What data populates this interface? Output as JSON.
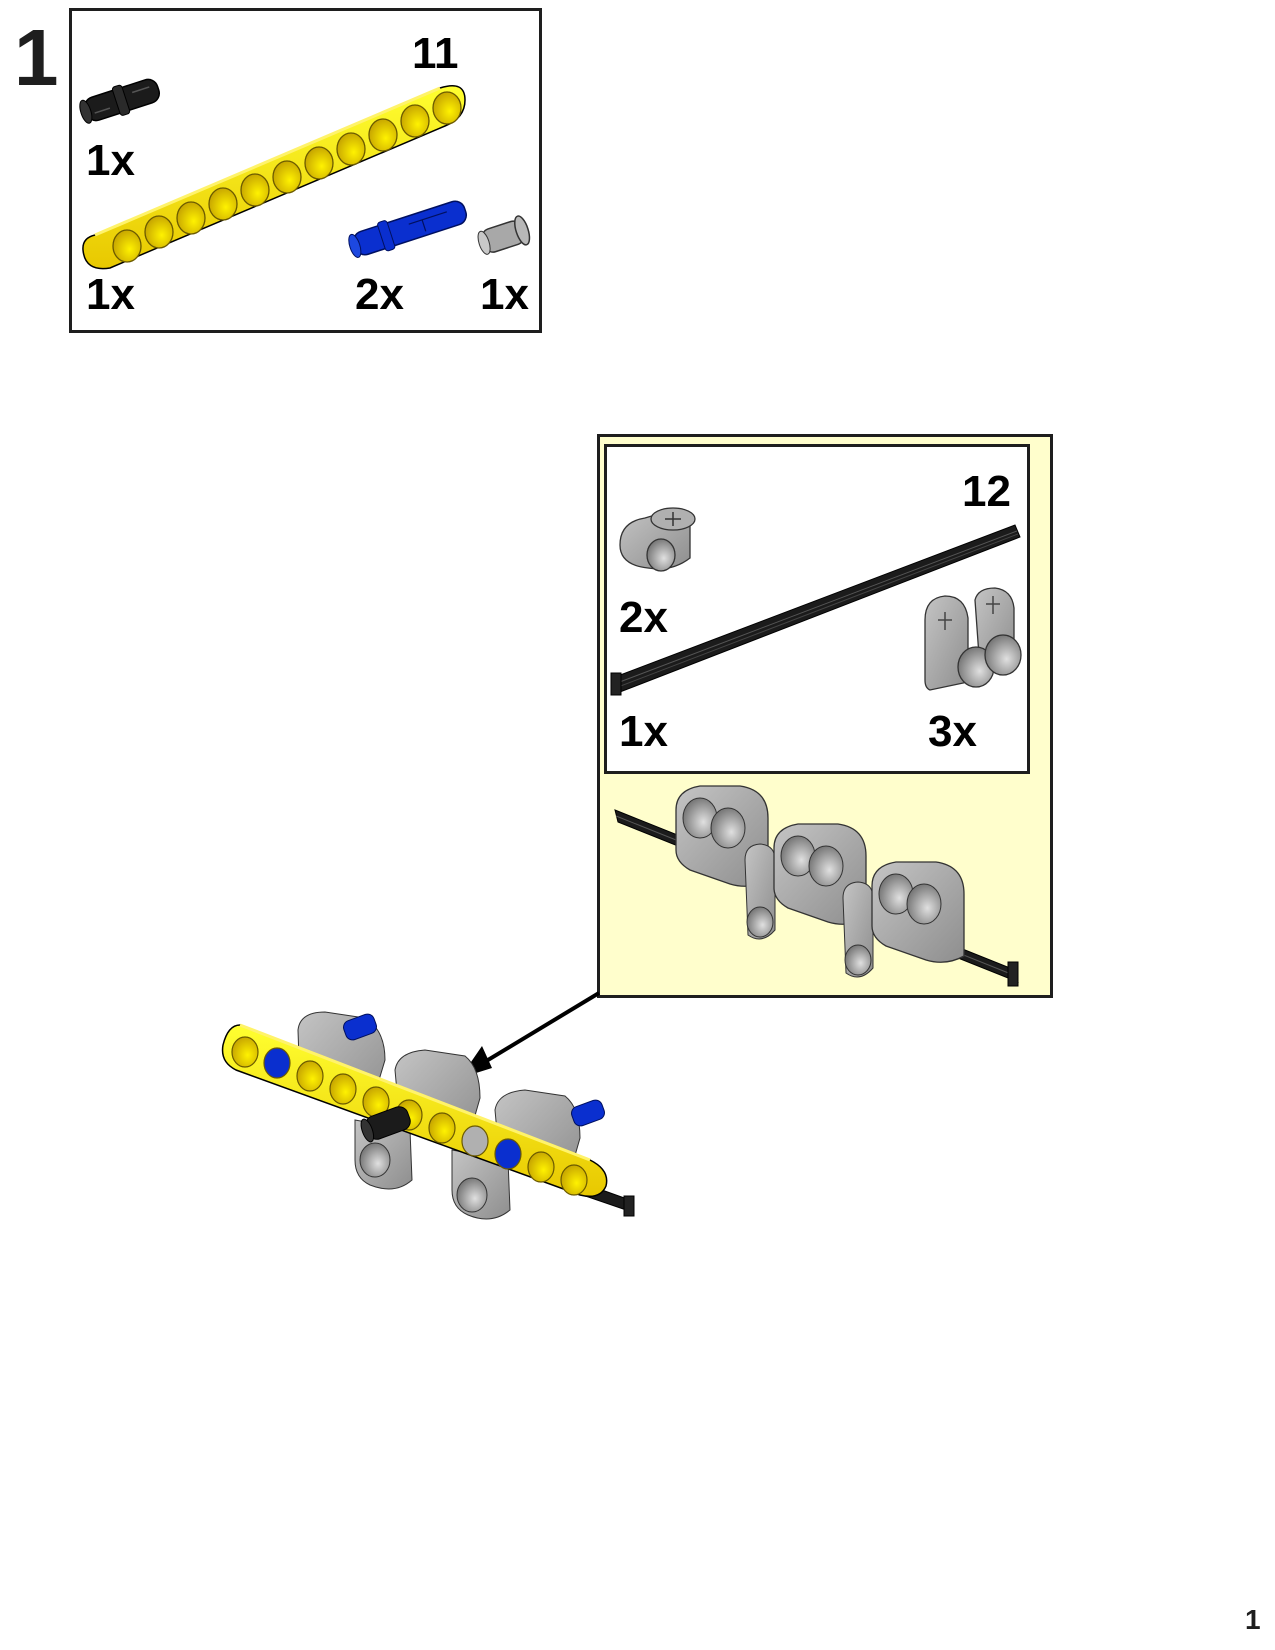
{
  "page": {
    "step_number": "1",
    "page_number": "1"
  },
  "parts_list": {
    "items": [
      {
        "part": "pin-with-friction-black",
        "color": "#1b1b1b",
        "quantity": "1x"
      },
      {
        "part": "liftarm-beam-11",
        "color": "#ffe600",
        "quantity": "1x",
        "length_label": "11"
      },
      {
        "part": "long-pin-blue",
        "color": "#0a2fcf",
        "quantity": "2x"
      },
      {
        "part": "half-pin-grey",
        "color": "#a8a8a8",
        "quantity": "1x"
      }
    ]
  },
  "sub_assembly_callout": {
    "background": "#fffecc",
    "parts_list": {
      "items": [
        {
          "part": "cross-block-grey",
          "color": "#a0a0a0",
          "quantity": "2x"
        },
        {
          "part": "axle-12-black",
          "color": "#1b1b1b",
          "quantity": "1x",
          "length_label": "12"
        },
        {
          "part": "double-cross-block-grey",
          "color": "#a0a0a0",
          "quantity": "3x"
        }
      ]
    }
  },
  "colors": {
    "yellow": "#ffe600",
    "blue": "#0a2fcf",
    "black": "#1b1b1b",
    "grey": "#a8a8a8",
    "callout_bg": "#fffecc",
    "border": "#1e1e1e"
  }
}
